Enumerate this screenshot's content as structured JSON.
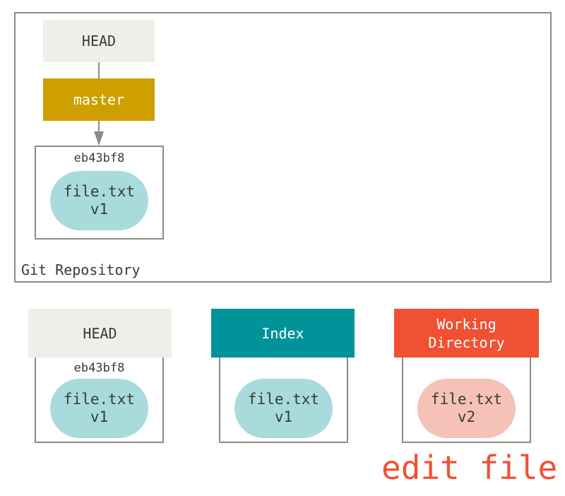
{
  "repository": {
    "label": "Git Repository",
    "head": {
      "label": "HEAD"
    },
    "branch": {
      "label": "master"
    },
    "commit": {
      "hash": "eb43bf8",
      "file": {
        "name": "file.txt",
        "version": "v1"
      }
    }
  },
  "trees": [
    {
      "id": "head",
      "label": "HEAD",
      "hash": "eb43bf8",
      "file": {
        "name": "file.txt",
        "version": "v1"
      }
    },
    {
      "id": "index",
      "label": "Index",
      "file": {
        "name": "file.txt",
        "version": "v1"
      }
    },
    {
      "id": "working-directory",
      "label_line1": "Working",
      "label_line2": "Directory",
      "file": {
        "name": "file.txt",
        "version": "v2"
      }
    }
  ],
  "annotation": "edit file",
  "colors": {
    "head_bg": "#efeee8",
    "branch_bg": "#cda000",
    "index_bg": "#00949a",
    "working_dir_bg": "#f05133",
    "blob_unchanged": "#a9dbdd",
    "blob_modified": "#f6c2b7",
    "frame_border": "#8e8b86",
    "annotation_text": "#f05133"
  },
  "icons": {
    "branch_arrow": "arrow-down-icon"
  }
}
